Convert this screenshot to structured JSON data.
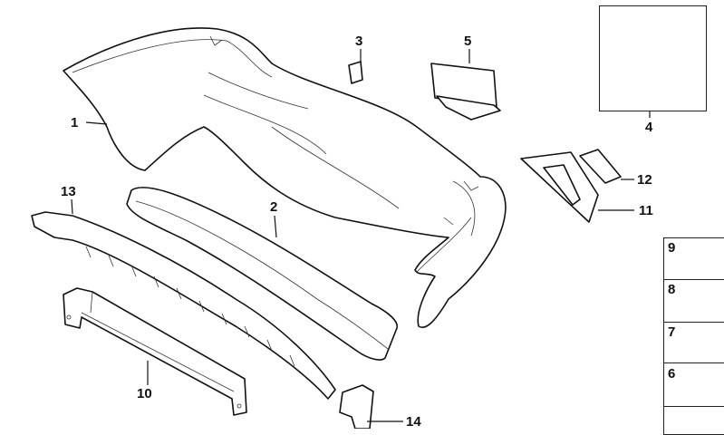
{
  "diagram": {
    "title": "Rear bumper parts diagram",
    "callouts": [
      "1",
      "2",
      "3",
      "4",
      "5",
      "6",
      "7",
      "8",
      "9",
      "10",
      "11",
      "12",
      "13",
      "14"
    ]
  }
}
